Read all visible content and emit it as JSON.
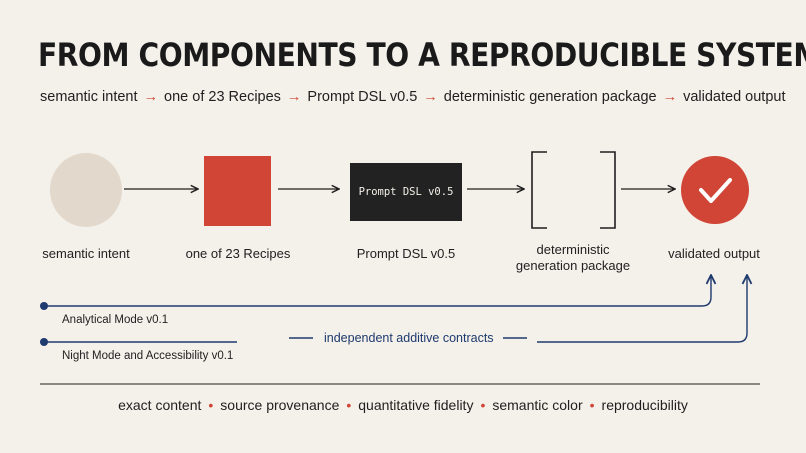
{
  "title": "FROM COMPONENTS TO A REPRODUCIBLE SYSTEM",
  "flow": {
    "steps": [
      "semantic intent",
      "one of 23 Recipes",
      "Prompt DSL v0.5",
      "deterministic generation package",
      "validated output"
    ],
    "arrow": "→"
  },
  "nodes": {
    "intent": {
      "label": "semantic intent",
      "color": "#e2d9cc"
    },
    "recipes": {
      "label": "one of 23 Recipes",
      "color": "#d04535"
    },
    "dsl": {
      "label": "Prompt DSL v0.5",
      "box_text": "Prompt DSL v0.5",
      "color": "#222222"
    },
    "package": {
      "label_line1": "deterministic",
      "label_line2": "generation package"
    },
    "output": {
      "label": "validated output",
      "color": "#d04535",
      "icon": "checkmark-icon"
    }
  },
  "modes": {
    "analytical": "Analytical Mode v0.1",
    "night": "Night Mode and Accessibility v0.1",
    "contracts": "independent additive contracts",
    "line_color": "#1e3a6e"
  },
  "footer": {
    "items": [
      "exact content",
      "source provenance",
      "quantitative fidelity",
      "semantic color",
      "reproducibility"
    ],
    "separator": "•",
    "accent": "#d04535"
  }
}
